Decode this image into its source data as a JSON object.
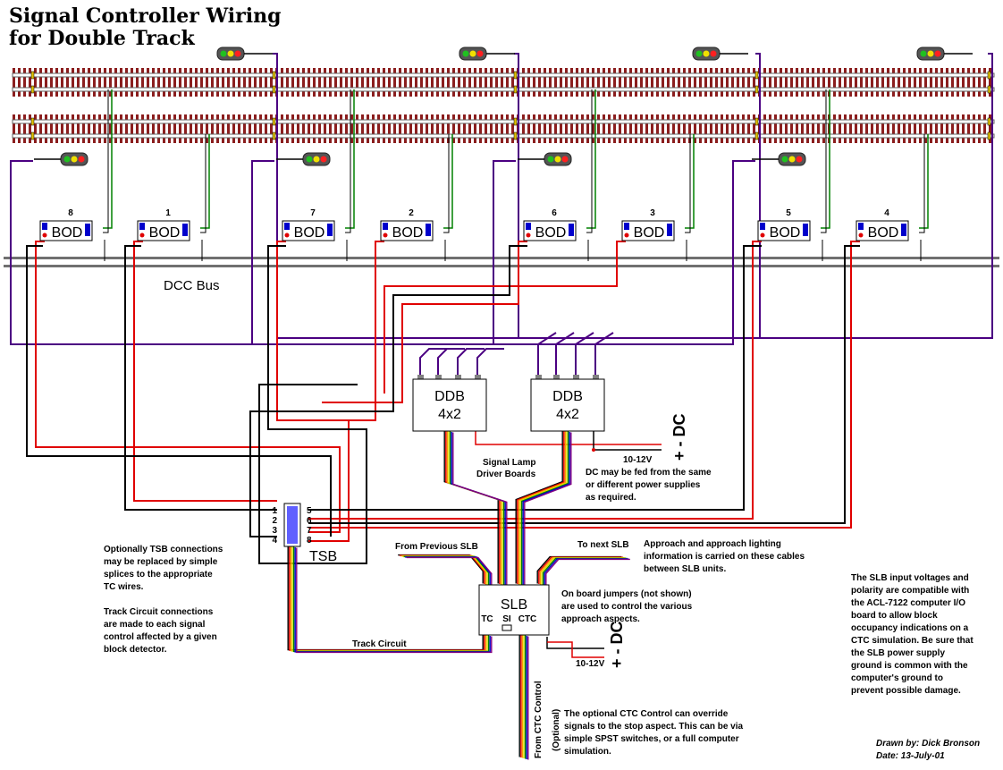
{
  "title": {
    "line1": "Signal Controller Wiring",
    "line2": "for Double Track"
  },
  "bod_modules": [
    {
      "number": "8",
      "label": "BOD"
    },
    {
      "number": "1",
      "label": "BOD"
    },
    {
      "number": "7",
      "label": "BOD"
    },
    {
      "number": "2",
      "label": "BOD"
    },
    {
      "number": "6",
      "label": "BOD"
    },
    {
      "number": "3",
      "label": "BOD"
    },
    {
      "number": "5",
      "label": "BOD"
    },
    {
      "number": "4",
      "label": "BOD"
    }
  ],
  "dcc_bus_label": "DCC Bus",
  "ddb_boards": [
    {
      "line1": "DDB",
      "line2": "4x2"
    },
    {
      "line1": "DDB",
      "line2": "4x2"
    }
  ],
  "signal_lamp_label": {
    "line1": "Signal Lamp",
    "line2": "Driver Boards"
  },
  "dc_supply_top": {
    "symbol": "+ - DC",
    "voltage": "10-12V"
  },
  "dc_note": {
    "line1": "DC may be fed from the same",
    "line2": "or different power supplies",
    "line3": "as required."
  },
  "tsb": {
    "label": "TSB",
    "left_pins": [
      "1",
      "2",
      "3",
      "4"
    ],
    "right_pins": [
      "5",
      "6",
      "7",
      "8"
    ]
  },
  "tsb_note": {
    "line1": "Optionally TSB connections",
    "line2": "may be replaced by simple",
    "line3": "splices to the appropriate",
    "line4": "TC wires."
  },
  "tc_note": {
    "line1": "Track Circuit connections",
    "line2": "are made to each signal",
    "line3": "control affected by a given",
    "line4": "block detector."
  },
  "from_previous_slb": "From Previous SLB",
  "to_next_slb": "To next SLB",
  "approach_note": {
    "line1": "Approach and approach lighting",
    "line2": "information is carried on these cables",
    "line3": "between SLB units."
  },
  "slb": {
    "label": "SLB",
    "tc": "TC",
    "si": "SI",
    "ctc": "CTC"
  },
  "jumper_note": {
    "line1": "On board jumpers (not shown)",
    "line2": "are used to control the various",
    "line3": "approach aspects."
  },
  "track_circuit_label": "Track Circuit",
  "dc_supply_bottom": {
    "symbol": "+ - DC",
    "voltage": "10-12V"
  },
  "slb_note": {
    "line1": "The SLB input voltages and",
    "line2": "polarity are compatible with",
    "line3": "the ACL-7122 computer I/O",
    "line4": "board to allow block",
    "line5": "occupancy indications on a",
    "line6": "CTC simulation. Be sure that",
    "line7": "the SLB power supply",
    "line8": "ground is common with the",
    "line9": "computer's ground to",
    "line10": "prevent possible damage."
  },
  "ctc_control_label": {
    "line1": "From CTC Control",
    "line2": "(Optional)"
  },
  "ctc_note": {
    "line1": "The optional CTC Control can override",
    "line2": "signals to the stop aspect. This can be via",
    "line3": "simple SPST switches, or a full computer",
    "line4": "simulation."
  },
  "credit": {
    "drawn_by": "Drawn by: Dick Bronson",
    "date": "Date: 13-July-01"
  },
  "colors": {
    "rail": "#7a1a1a",
    "tie": "#8b1e1e",
    "purple_wire": "#4b0082",
    "red_wire": "#e00000",
    "green_wire": "#008000",
    "black_wire": "#000000",
    "bod_blue": "#0000cc",
    "signal_red": "#ff2020",
    "signal_yellow": "#f0e000",
    "signal_green": "#20c020"
  }
}
